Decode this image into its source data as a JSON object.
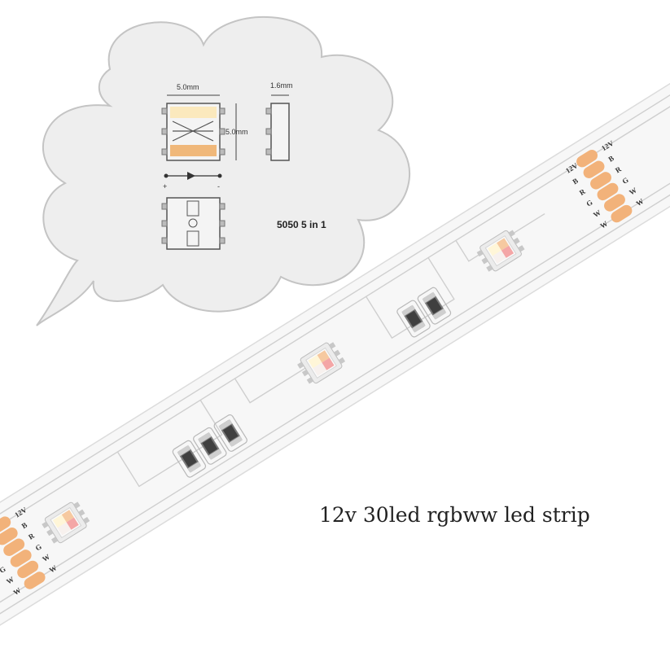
{
  "caption": "12v 30led rgbww led strip",
  "diagram": {
    "width_label": "5.0mm",
    "height_label": "5.0mm",
    "depth_label": "1.6mm",
    "polarity_plus": "+",
    "polarity_minus": "-",
    "model_label": "5050 5 in 1"
  },
  "pads": [
    "12V",
    "B",
    "R",
    "G",
    "W",
    "W"
  ],
  "colors": {
    "strip": "#f7f7f7",
    "strip_edge": "#dcdcdc",
    "trace": "#c9c9c9",
    "pad": "#f2b27a",
    "bubble": "#eeeeee",
    "warm_white": "#f9e7b8",
    "amber": "#f0b87a"
  }
}
